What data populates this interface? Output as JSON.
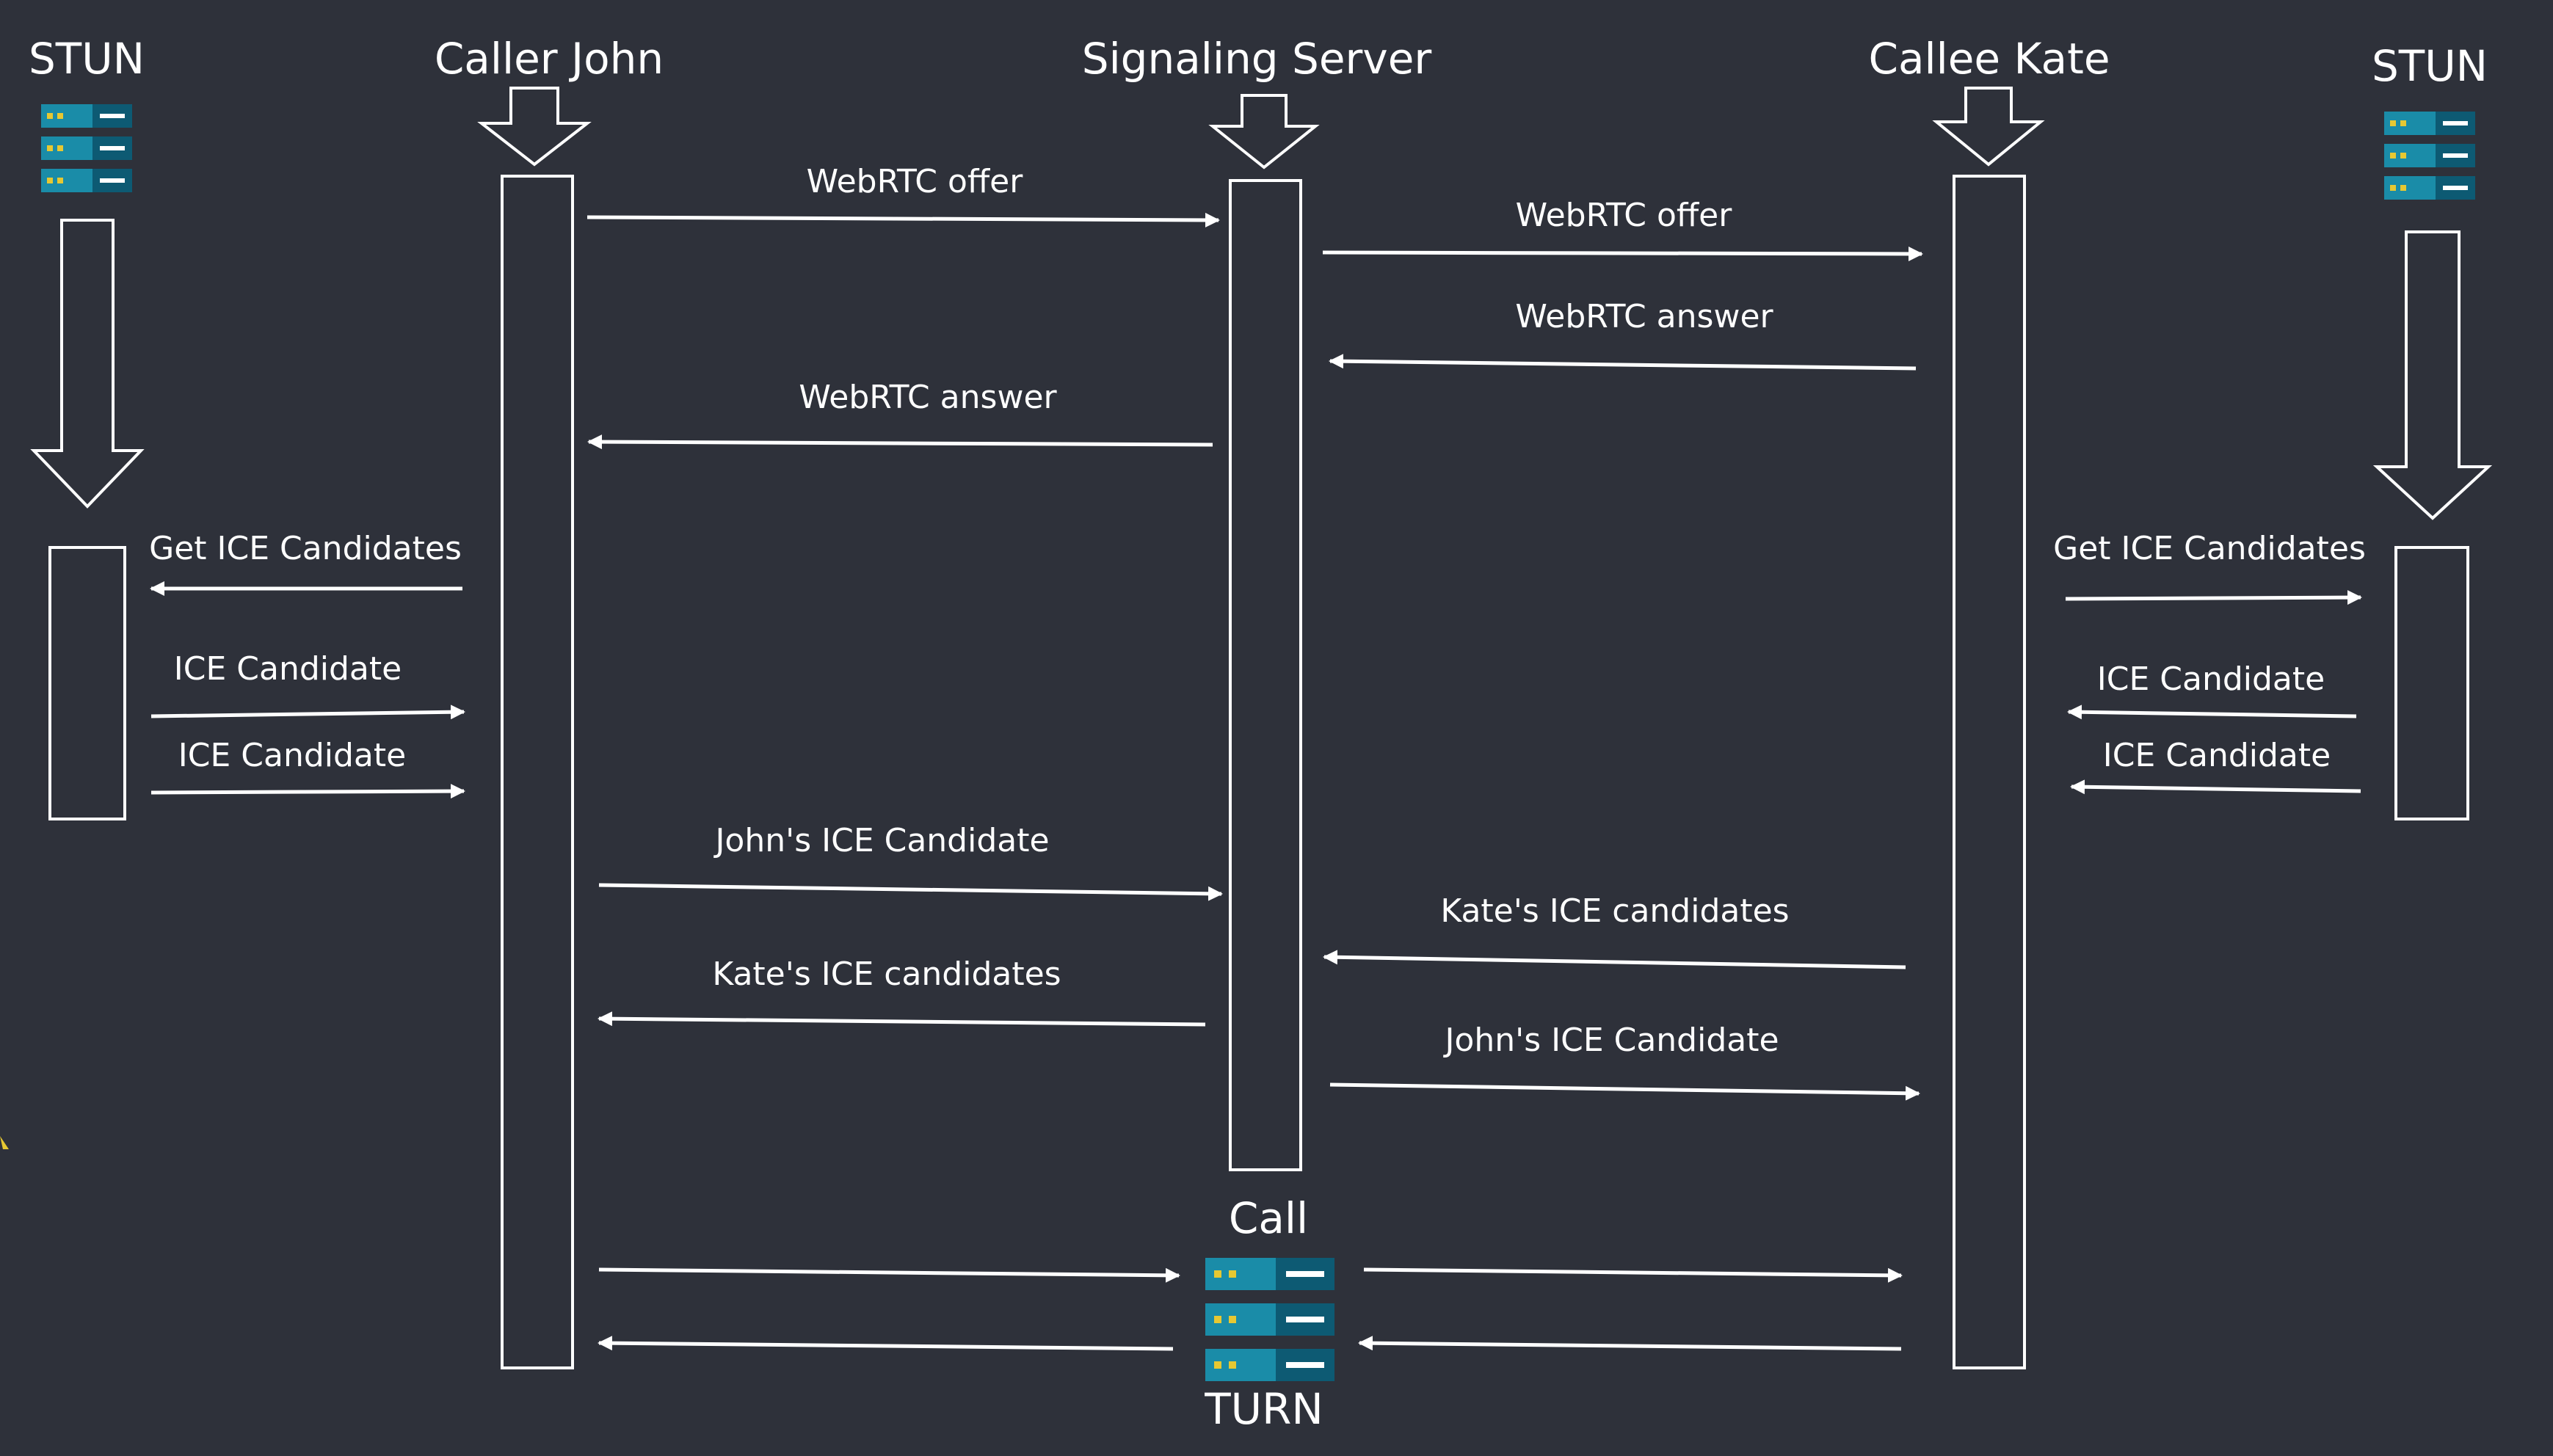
{
  "participants": {
    "stun_left": "STUN",
    "caller": "Caller John",
    "server": "Signaling Server",
    "callee": "Callee Kate",
    "stun_right": "STUN"
  },
  "messages": {
    "offer_john": "WebRTC offer",
    "offer_kate": "WebRTC offer",
    "answer_kate": "WebRTC answer",
    "answer_john": "WebRTC answer",
    "get_ice_left": "Get ICE Candidates",
    "ice_left_1": "ICE Candidate",
    "ice_left_2": "ICE Candidate",
    "get_ice_right": "Get ICE Candidates",
    "ice_right_1": "ICE Candidate",
    "ice_right_2": "ICE Candidate",
    "johns_ice_1": "John's ICE Candidate",
    "kates_ice_1": "Kate's ICE candidates",
    "kates_ice_2": "Kate's ICE candidates",
    "johns_ice_2": "John's ICE Candidate"
  },
  "call": {
    "label": "Call",
    "turn": "TURN"
  },
  "colors": {
    "background": "#2e313a",
    "foreground": "#ffffff",
    "server_icon_fill": "#1a8ca8",
    "server_icon_dark": "#0d5a73",
    "server_icon_led": "#e6c832"
  },
  "icons": {
    "stun_left": "server-stack-icon",
    "stun_right": "server-stack-icon",
    "turn": "server-stack-icon"
  }
}
